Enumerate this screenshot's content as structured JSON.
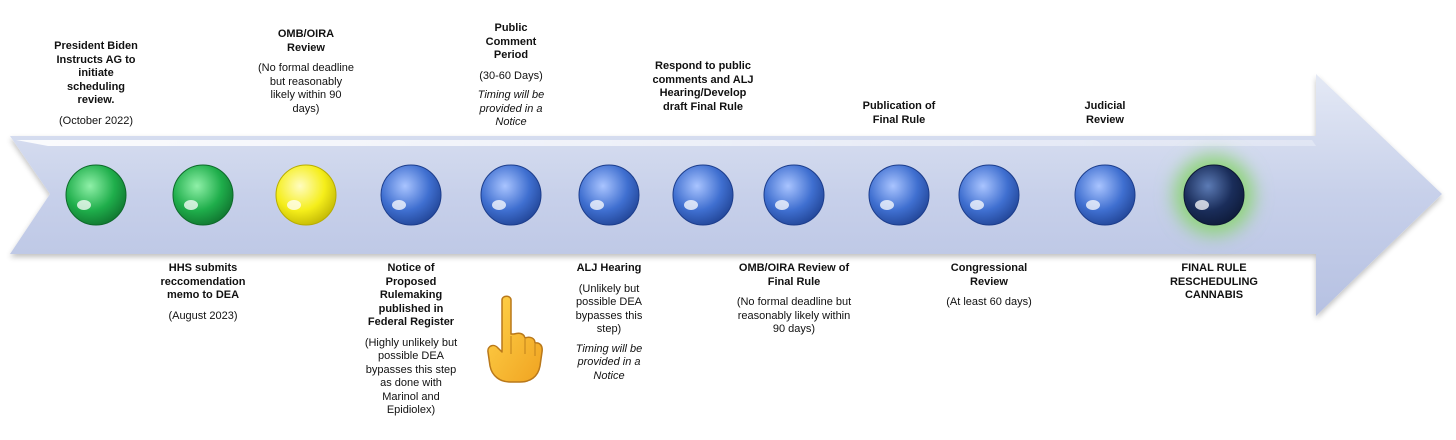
{
  "steps": [
    {
      "id": "biden-instructs",
      "title": "President Biden Instructs AG to initiate scheduling review.",
      "detail": "(October 2022)",
      "note": "",
      "status": "completed",
      "position": "above"
    },
    {
      "id": "hhs-memo",
      "title": "HHS submits reccomendation memo to DEA",
      "detail": "(August 2023)",
      "note": "",
      "status": "completed",
      "position": "below"
    },
    {
      "id": "omb-oira-review",
      "title": "OMB/OIRA Review",
      "detail": "(No formal deadline but reasonably likely within 90 days)",
      "note": "",
      "status": "in-progress",
      "position": "above"
    },
    {
      "id": "nprm",
      "title": "Notice of Proposed Rulemaking published in Federal Register",
      "detail": "(Highly unlikely but possible DEA bypasses this step as done with Marinol and Epidiolex)",
      "note": "",
      "status": "pending",
      "position": "below"
    },
    {
      "id": "public-comment",
      "title": "Public Comment Period",
      "detail": "(30-60 Days)",
      "note": "Timing will be provided in a Notice",
      "status": "pending",
      "position": "above"
    },
    {
      "id": "alj-hearing",
      "title": "ALJ Hearing",
      "detail": "(Unlikely but possible DEA bypasses this step)",
      "note": "Timing will be provided in a Notice",
      "status": "pending",
      "position": "below"
    },
    {
      "id": "respond-comments",
      "title": "Respond to public comments and ALJ Hearing/Develop draft Final Rule",
      "detail": "",
      "note": "",
      "status": "pending",
      "position": "above"
    },
    {
      "id": "omb-oira-final",
      "title": "OMB/OIRA Review of Final Rule",
      "detail": "(No formal deadline but reasonably likely within 90 days)",
      "note": "",
      "status": "pending",
      "position": "below"
    },
    {
      "id": "publication-final",
      "title": "Publication of Final Rule",
      "detail": "",
      "note": "",
      "status": "pending",
      "position": "above"
    },
    {
      "id": "congressional-review",
      "title": "Congressional Review",
      "detail": "(At least 60 days)",
      "note": "",
      "status": "pending",
      "position": "below"
    },
    {
      "id": "judicial-review",
      "title": "Judicial Review",
      "detail": "",
      "note": "",
      "status": "pending",
      "position": "above"
    },
    {
      "id": "final-rule",
      "title": "FINAL RULE RESCHEDULING CANNABIS",
      "detail": "",
      "note": "",
      "status": "final",
      "position": "below"
    }
  ],
  "status_colors": {
    "completed": "#1fae4b",
    "in-progress": "#f5ee1a",
    "pending": "#3f6fd0",
    "final": "#1a2d5a",
    "final_glow": "#8fd47a"
  },
  "current_marker_icon": "pointing-hand-icon"
}
